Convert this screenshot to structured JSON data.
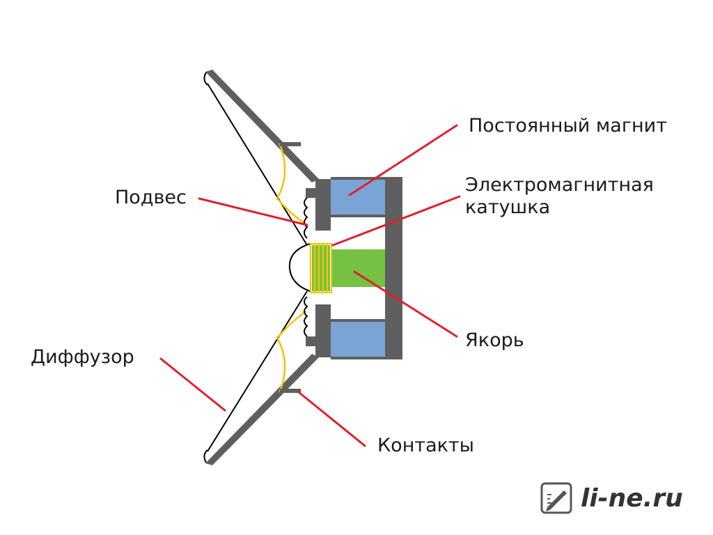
{
  "labels": {
    "magnet": "Постоянный магнит",
    "coil_line1": "Электромагнитная",
    "coil_line2": "катушка",
    "suspension": "Подвес",
    "anchor": "Якорь",
    "diffuser": "Диффузор",
    "contacts": "Контакты"
  },
  "logo": {
    "text": "li-ne.ru",
    "icon": "ruler-pencil-icon"
  },
  "colors": {
    "frame": "#5f5f5f",
    "magnet": "#7aa3d6",
    "anchor": "#76c043",
    "coil": "#f2c500",
    "leader": "#e0202a",
    "cone_line": "#000000"
  }
}
